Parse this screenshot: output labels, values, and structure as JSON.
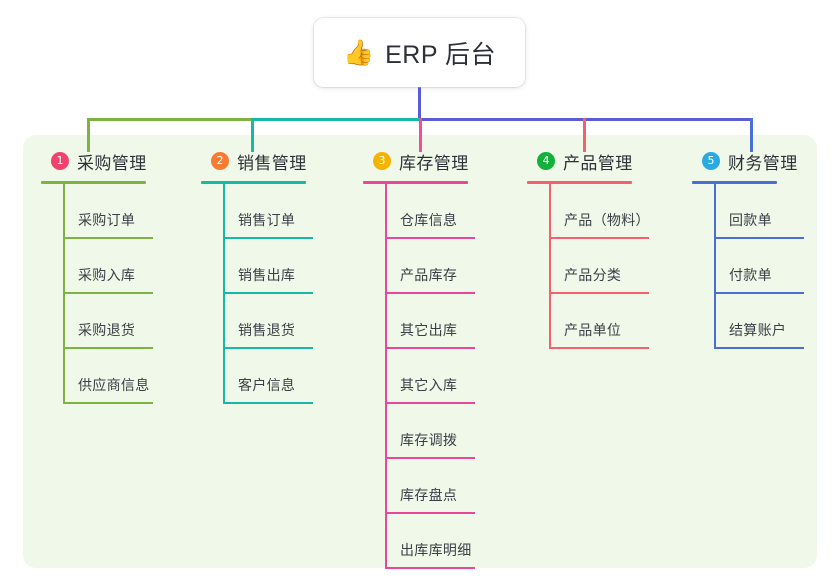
{
  "diagram": {
    "type": "mindmap",
    "background_color": "#ffffff",
    "panel_color": "#eff8e9",
    "root": {
      "icon": "thumbs-up-icon",
      "emoji": "👍",
      "label": "ERP 后台",
      "box_color": "#ffffff",
      "stem_color": "#5b5bd6"
    },
    "trunk": {
      "segments": [
        {
          "name": "green-run",
          "color": "#7cb342"
        },
        {
          "name": "teal-run",
          "color": "#16b9a3"
        },
        {
          "name": "indigo-run",
          "color": "#5b5bd6"
        }
      ]
    },
    "columns": [
      {
        "index": "1",
        "badge_text": "1",
        "badge_color": "#f1426d",
        "title": "采购管理",
        "accent": "#7cb342",
        "drop_color": "#7cb342",
        "items": [
          {
            "label": "采购订单"
          },
          {
            "label": "采购入库"
          },
          {
            "label": "采购退货"
          },
          {
            "label": "供应商信息"
          }
        ]
      },
      {
        "index": "2",
        "badge_text": "2",
        "badge_color": "#f97b31",
        "title": "销售管理",
        "accent": "#16b9a3",
        "drop_color": "#16b9a3",
        "items": [
          {
            "label": "销售订单"
          },
          {
            "label": "销售出库"
          },
          {
            "label": "销售退货"
          },
          {
            "label": "客户信息"
          }
        ]
      },
      {
        "index": "3",
        "badge_text": "3",
        "badge_color": "#f5b301",
        "title": "库存管理",
        "accent": "#e8479b",
        "drop_color": "#f0509b",
        "items": [
          {
            "label": "仓库信息"
          },
          {
            "label": "产品库存"
          },
          {
            "label": "其它出库"
          },
          {
            "label": "其它入库"
          },
          {
            "label": "库存调拨"
          },
          {
            "label": "库存盘点"
          },
          {
            "label": "出库库明细"
          }
        ]
      },
      {
        "index": "4",
        "badge_text": "4",
        "badge_color": "#14b03c",
        "title": "产品管理",
        "accent": "#f4606c",
        "drop_color": "#f4606c",
        "items": [
          {
            "label": "产品（物料）"
          },
          {
            "label": "产品分类"
          },
          {
            "label": "产品单位"
          }
        ]
      },
      {
        "index": "5",
        "badge_text": "5",
        "badge_color": "#29abe2",
        "title": "财务管理",
        "accent": "#4a6fd4",
        "drop_color": "#4a6fd4",
        "items": [
          {
            "label": "回款单"
          },
          {
            "label": "付款单"
          },
          {
            "label": "结算账户"
          }
        ]
      }
    ]
  }
}
